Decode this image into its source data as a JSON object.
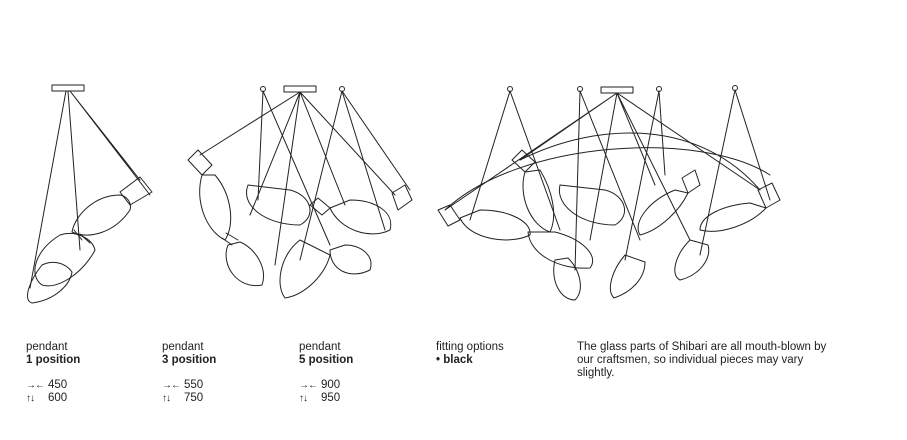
{
  "variants": [
    {
      "title": "pendant",
      "position": "1 position",
      "width": "450",
      "height": "600"
    },
    {
      "title": "pendant",
      "position": "3 position",
      "width": "550",
      "height": "750"
    },
    {
      "title": "pendant",
      "position": "5 position",
      "width": "900",
      "height": "950"
    }
  ],
  "fitting": {
    "title": "fitting options",
    "option": "• black"
  },
  "note": "The glass parts of Shibari are all mouth-blown by our craftsmen, so individual pieces may vary slightly.",
  "icons": {
    "width": "→←",
    "height": "↑↓"
  }
}
